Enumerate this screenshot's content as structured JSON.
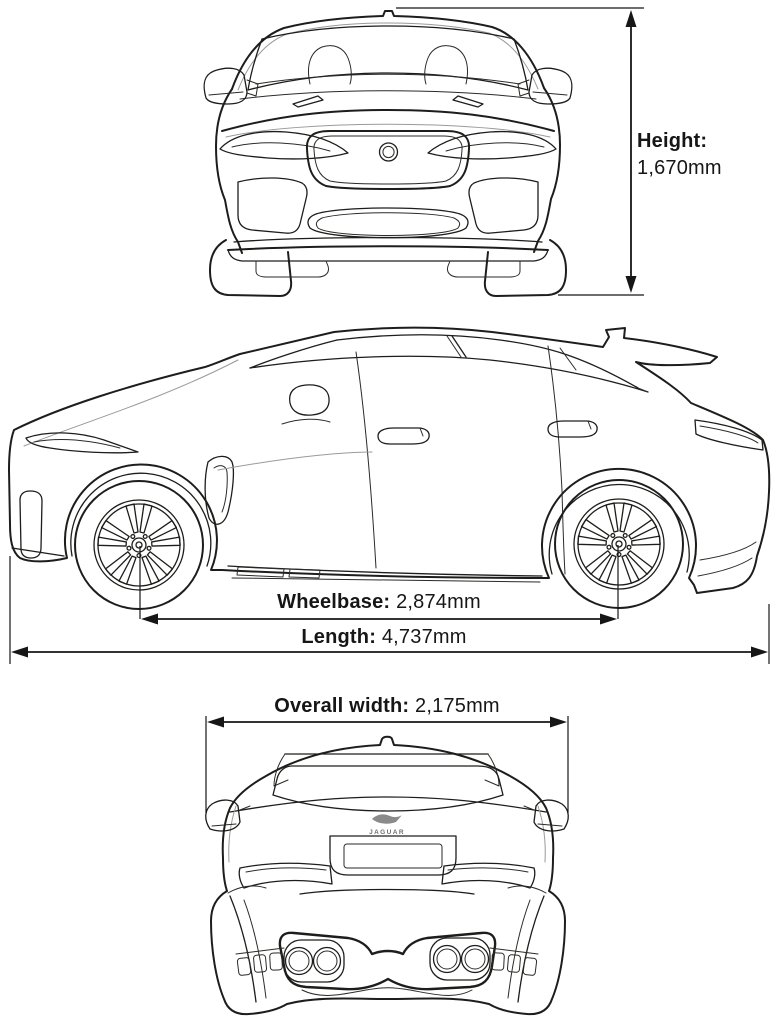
{
  "document": {
    "type": "vehicle-dimensions-blueprint",
    "background_color": "#ffffff",
    "line_color": "#1d1d1b",
    "text_color": "#161616"
  },
  "dimensions": {
    "height": {
      "label": "Height:",
      "value": "1,670mm"
    },
    "wheelbase": {
      "label": "Wheelbase:",
      "value": "2,874mm"
    },
    "length": {
      "label": "Length:",
      "value": "4,737mm"
    },
    "overall_width": {
      "label": "Overall width:",
      "value": "2,175mm"
    }
  },
  "branding": {
    "tailgate_badge": "JAGUAR"
  },
  "icons": {
    "grille_badge": "circular-roundel",
    "tailgate_logo": "jaguar-leaper"
  }
}
